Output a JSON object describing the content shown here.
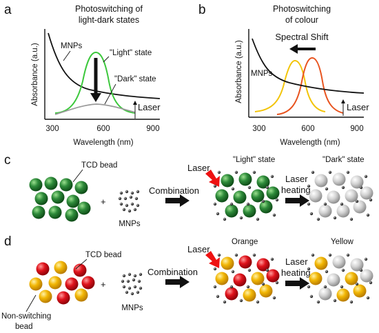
{
  "panel_a": {
    "letter": "a",
    "title_line1": "Photoswitching of",
    "title_line2": "light-dark states",
    "ylabel": "Absorbance (a.u.)",
    "xlabel": "Wavelength (nm)",
    "ticks": [
      "300",
      "600",
      "900"
    ],
    "label_mnps": "MNPs",
    "label_light": "\"Light\" state",
    "label_dark": "\"Dark\" state",
    "label_laser": "Laser"
  },
  "panel_b": {
    "letter": "b",
    "title_line1": "Photoswitching",
    "title_line2": "of colour",
    "ylabel": "Absorbance (a.u.)",
    "xlabel": "Wavelength (nm)",
    "ticks": [
      "300",
      "600",
      "900"
    ],
    "label_shift": "Spectral Shift",
    "label_mnps": "MNPs",
    "label_laser": "Laser"
  },
  "panel_c": {
    "letter": "c",
    "tcd_bead": "TCD bead",
    "mnps": "MNPs",
    "combination": "Combination",
    "laser": "Laser",
    "light_state": "\"Light\" state",
    "dark_state": "\"Dark\" state",
    "laser_heating_1": "Laser",
    "laser_heating_2": "heating",
    "plus": "+"
  },
  "panel_d": {
    "letter": "d",
    "tcd_bead": "TCD bead",
    "nonswitch_1": "Non-switching",
    "nonswitch_2": "bead",
    "mnps": "MNPs",
    "combination": "Combination",
    "laser": "Laser",
    "orange": "Orange",
    "yellow": "Yellow",
    "laser_heating_1": "Laser",
    "laser_heating_2": "heating",
    "plus": "+"
  },
  "colors": {
    "green": "#2e8b3a",
    "red": "#e0141c",
    "yellow": "#f2b705",
    "grey": "#c8c8c8",
    "green_curve": "#3cc83c",
    "orange_curve": "#e8531e",
    "yellow_curve": "#f2c40a",
    "laser_arrow": "#ee1111"
  }
}
